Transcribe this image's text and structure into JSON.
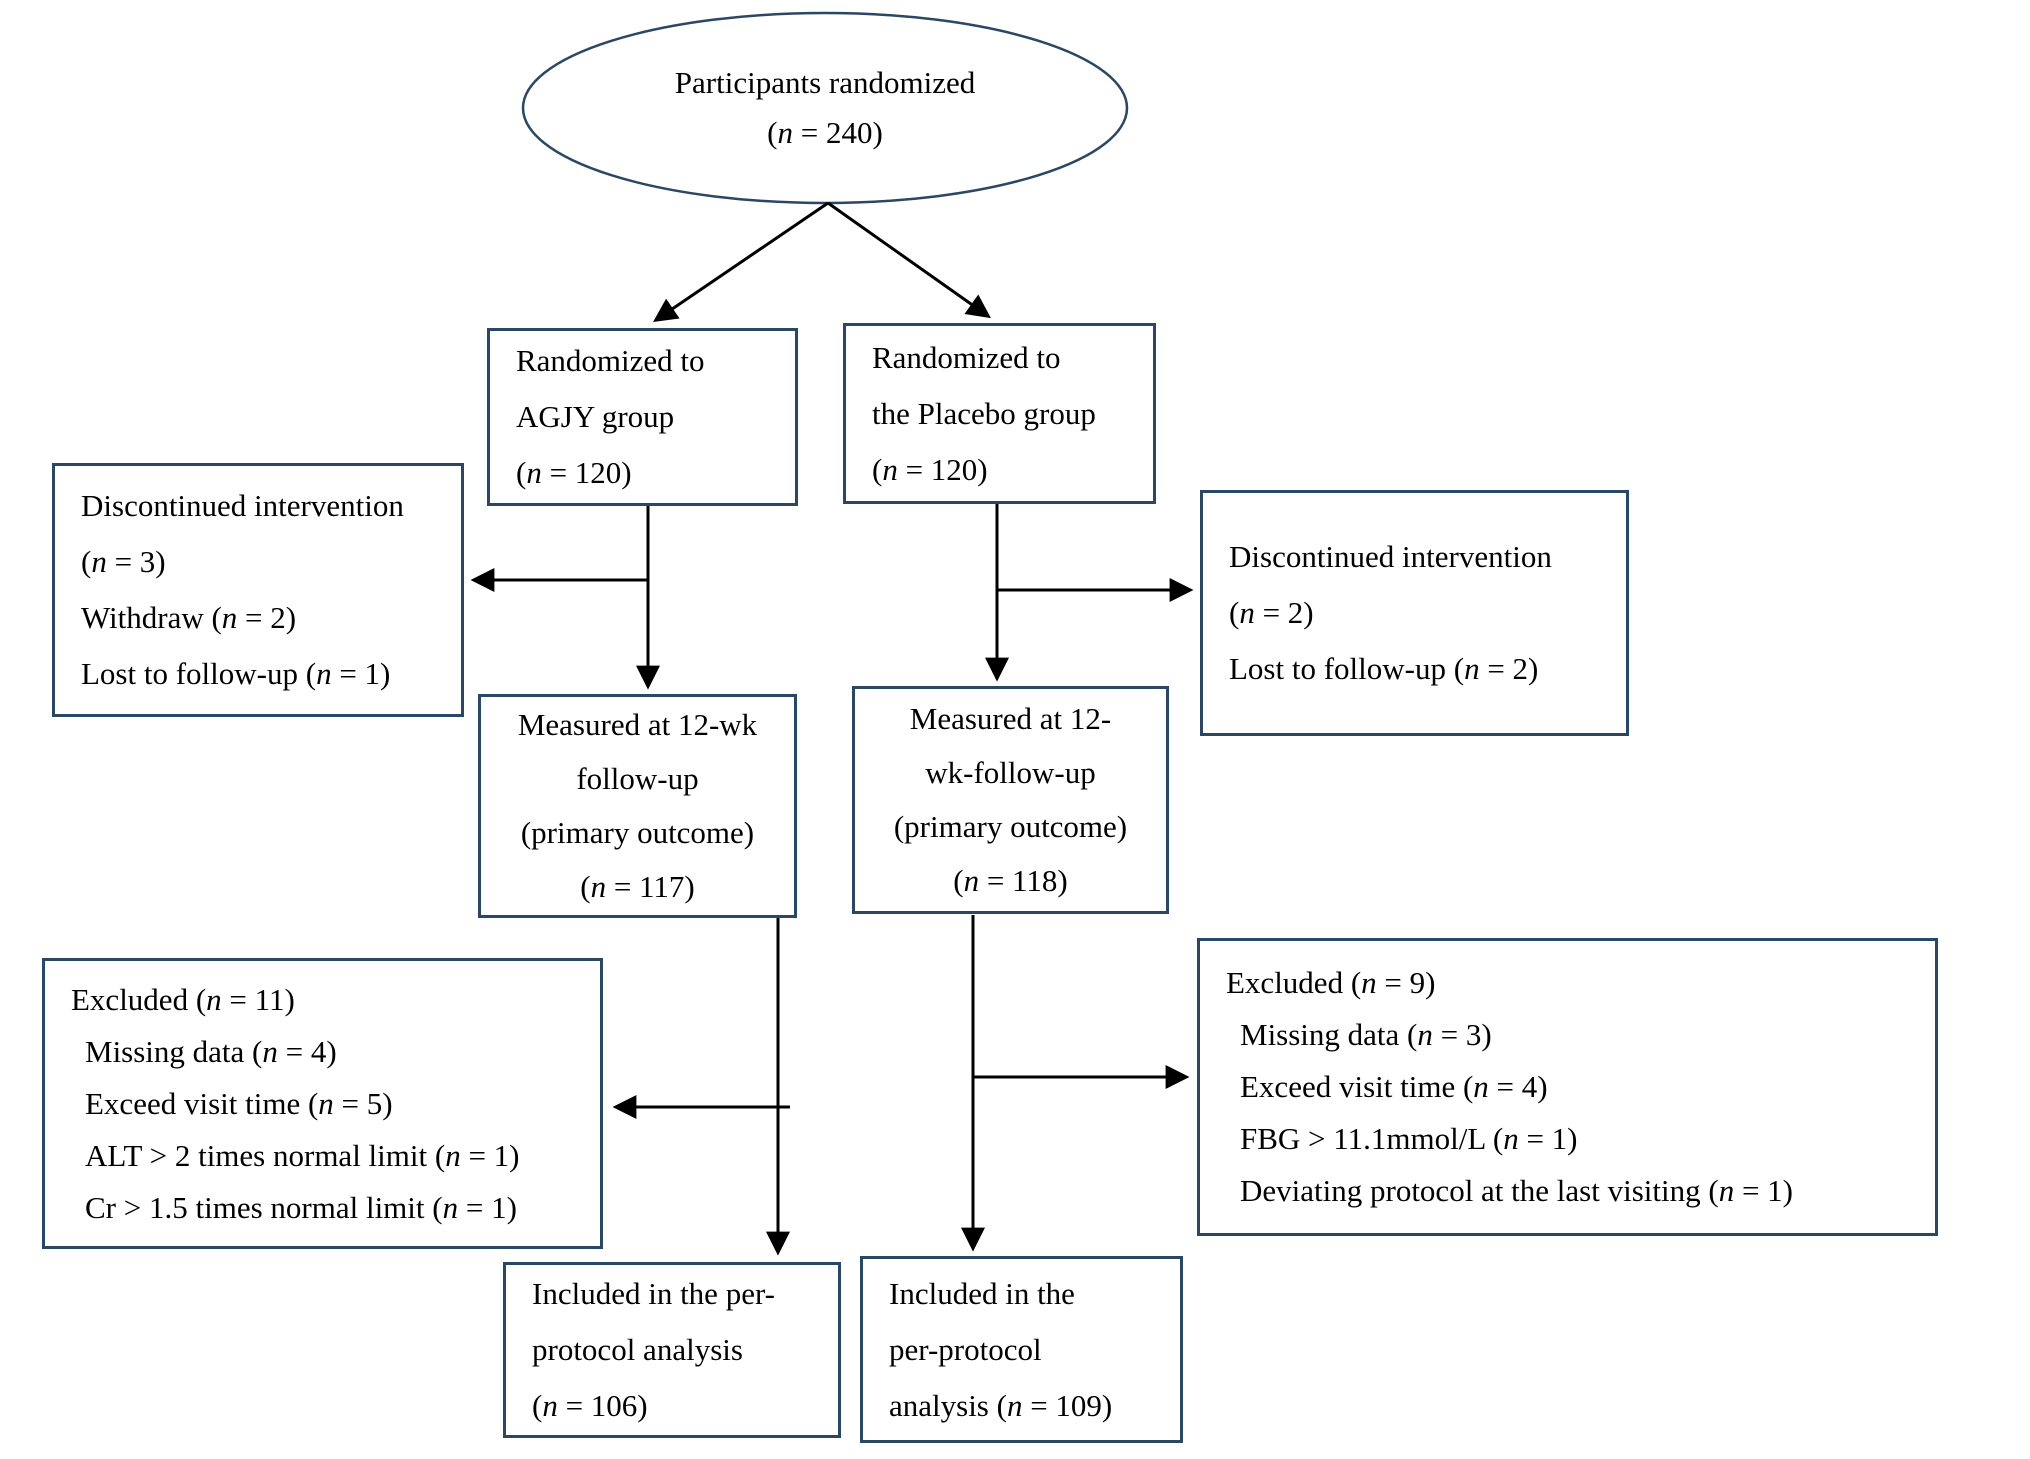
{
  "diagram": {
    "title": "Participant flow diagram",
    "colors": {
      "box_border": "#2a4763",
      "ellipse_border": "#2a4763",
      "arrow": "#000000",
      "text": "#000000",
      "background": "#ffffff"
    },
    "ellipse": {
      "lines": [
        "Participants randomized",
        "(n = 240)"
      ]
    },
    "boxes": {
      "randomized_agjy": {
        "lines": [
          "Randomized to",
          "AGJY group",
          "(n = 120)"
        ]
      },
      "randomized_placebo": {
        "lines": [
          "Randomized to",
          "the Placebo group",
          "(n = 120)"
        ]
      },
      "discontinued_agjy": {
        "lines": [
          "Discontinued intervention",
          "(n = 3)",
          "Withdraw (n = 2)",
          "Lost to follow-up (n = 1)"
        ]
      },
      "discontinued_placebo": {
        "lines": [
          "Discontinued intervention",
          "(n = 2)",
          "Lost to follow-up (n = 2)"
        ]
      },
      "measured_agjy": {
        "lines": [
          "Measured at 12-wk",
          "follow-up",
          "(primary outcome)",
          "(n = 117)"
        ]
      },
      "measured_placebo": {
        "lines": [
          "Measured at 12-",
          "wk-follow-up",
          "(primary outcome)",
          "(n = 118)"
        ]
      },
      "excluded_agjy": {
        "lines": [
          "Excluded (n = 11)",
          "Missing data (n = 4)",
          "Exceed visit time (n = 5)",
          "ALT > 2 times normal limit (n = 1)",
          "Cr > 1.5 times normal limit (n = 1)"
        ]
      },
      "excluded_placebo": {
        "lines": [
          "Excluded (n = 9)",
          "Missing data (n = 3)",
          "Exceed visit time (n = 4)",
          "FBG > 11.1mmol/L (n = 1)",
          "Deviating protocol at the last visiting (n = 1)"
        ]
      },
      "included_agjy": {
        "lines": [
          "Included in the per-",
          "protocol analysis",
          "(n = 106)"
        ]
      },
      "included_placebo": {
        "lines": [
          "Included in the",
          "per-protocol",
          "analysis (n = 109)"
        ]
      }
    }
  }
}
